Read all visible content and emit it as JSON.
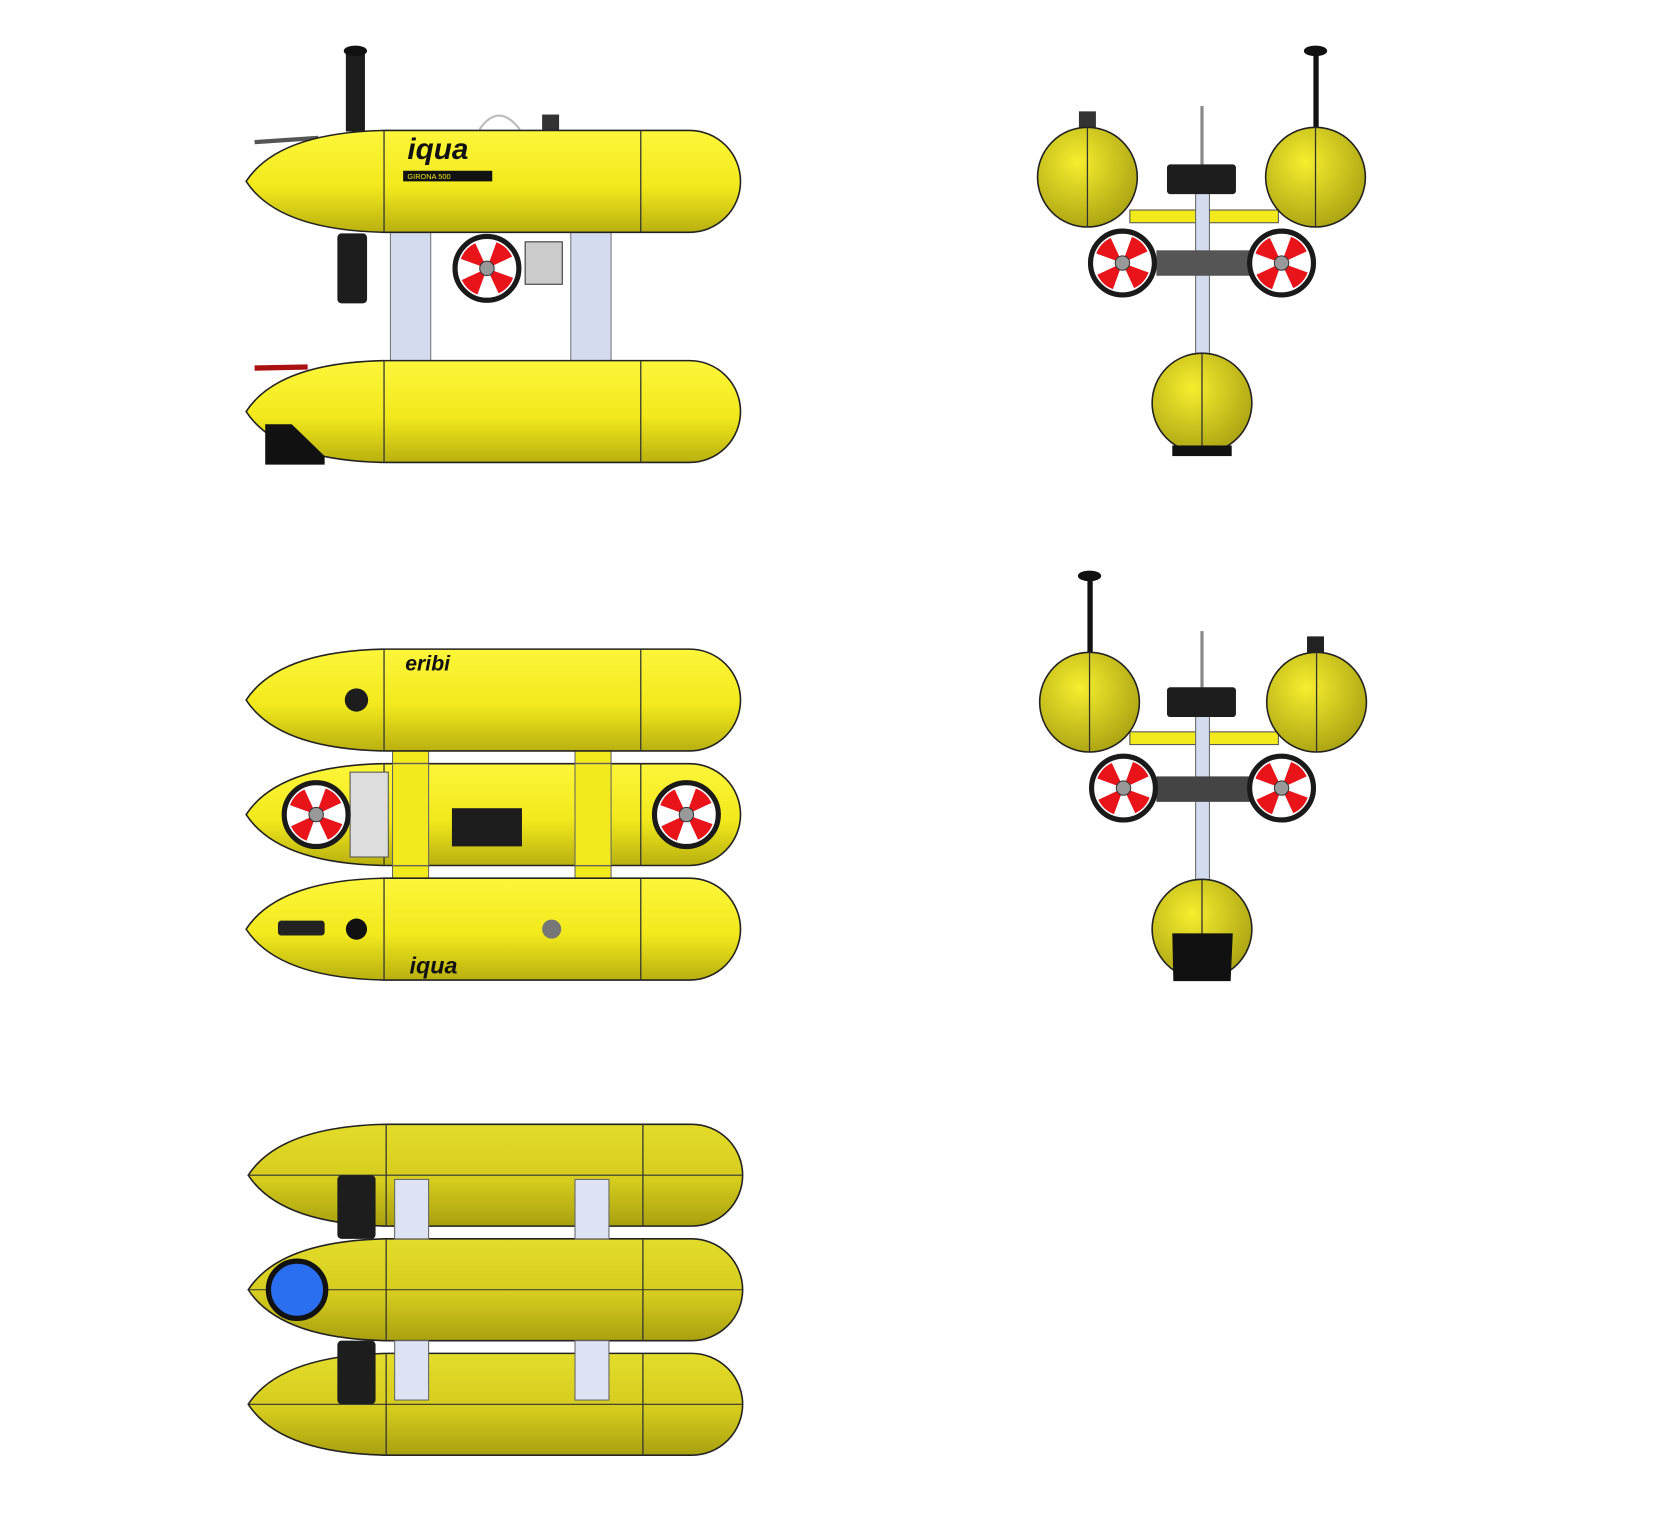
{
  "logos": {
    "brand": "iqua",
    "model": "GIRONA 500",
    "top_brand": "eribi"
  },
  "colors": {
    "hull": "#f2ea1c",
    "hull_bottom": "#d8cf1e",
    "thruster_red": "#e8141a",
    "strut": "#d3dcef",
    "dvl_blue": "#2a6ff0"
  },
  "views": [
    "side-view",
    "front-view",
    "top-view",
    "rear-view",
    "bottom-view"
  ]
}
